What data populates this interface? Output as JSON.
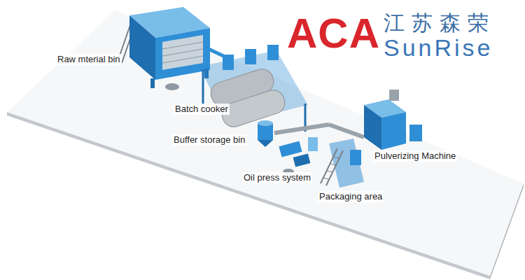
{
  "diagram": {
    "labels": [
      "ACA",
      "江苏森荣",
      "SunRise",
      "Raw mterial bin",
      "Batch cooker",
      "Buffer storage bin",
      "Pulverizing Machine",
      "Oil press system",
      "Packaging area"
    ]
  }
}
